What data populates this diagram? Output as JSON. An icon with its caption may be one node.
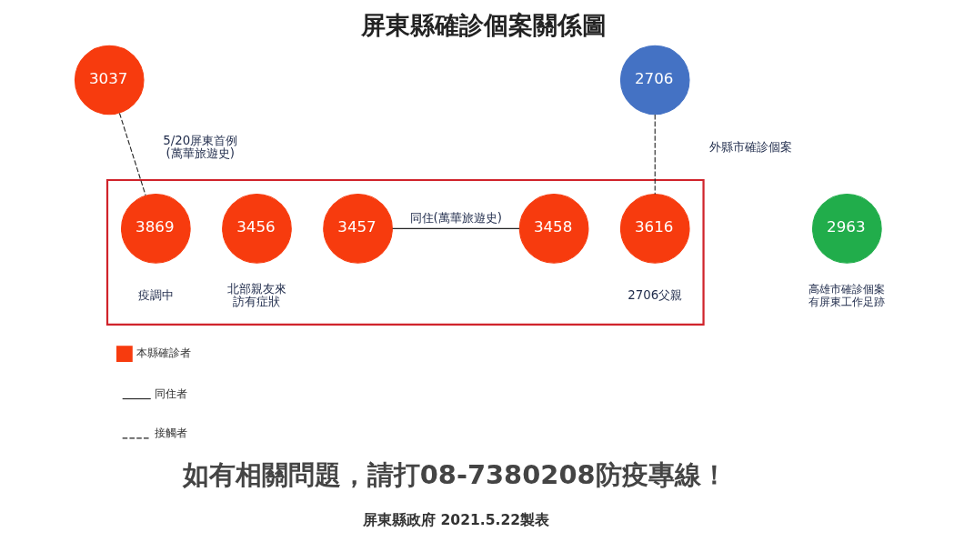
{
  "diagram": {
    "title": "屏東縣確診個案關係圖",
    "nodes": [
      {
        "text": [
          "3037"
        ],
        "beside": [
          "5/20屏東首例(萬華旅遊史)"
        ]
      },
      {
        "text": [
          "2706"
        ],
        "beside": [
          "外縣市確診個案"
        ]
      },
      {
        "text": [],
        "shape": "box"
      },
      {
        "text": [
          "3869"
        ],
        "in": 2,
        "beside": [
          "疫調中"
        ]
      },
      {
        "text": [
          "3456"
        ],
        "in": 2,
        "beside": [
          "北部親友來訪有症狀"
        ]
      },
      {
        "text": [
          "3457"
        ],
        "in": 2
      },
      {
        "text": [
          "3458"
        ],
        "in": 2
      },
      {
        "text": [
          "3616"
        ],
        "in": 2,
        "beside": [
          "2706父親"
        ]
      },
      {
        "text": [
          "2963"
        ],
        "beside": [
          "高雄市確診個案有屏東工作足跡"
        ]
      }
    ],
    "edges": [
      {
        "from": 0,
        "to": 3,
        "arrow": "none",
        "style": "dashed"
      },
      {
        "from": 5,
        "to": 6,
        "arrow": "none",
        "label": "同住(萬華旅遊史)"
      },
      {
        "from": 1,
        "to": 7,
        "arrow": "none",
        "style": "dashed"
      }
    ],
    "labels": [
      "如有相關問題，請打08-7380208防疫專線！",
      "屏東縣政府 2021.5.22製表"
    ],
    "legend": [
      {
        "text": "本縣確診者",
        "color": "#f73b0e"
      },
      {
        "text": "同住者"
      },
      {
        "text": "接觸者"
      }
    ]
  }
}
